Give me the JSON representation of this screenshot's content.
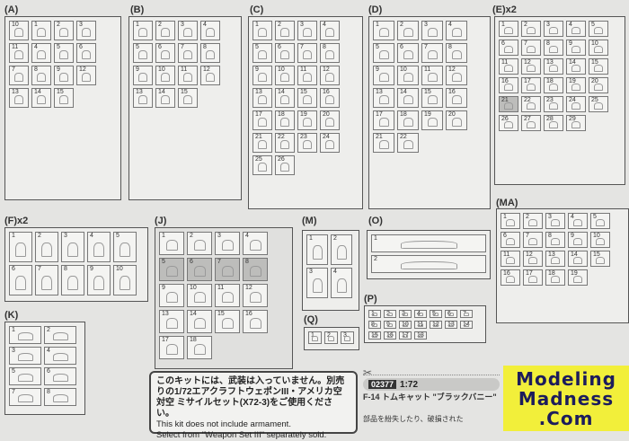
{
  "sprues": [
    {
      "id": "A",
      "label": "(A)",
      "parts": [
        "10",
        "1",
        "2",
        "3",
        "11",
        "4",
        "5",
        "6",
        "7",
        "8",
        "9",
        "12",
        "13",
        "14",
        "15"
      ]
    },
    {
      "id": "B",
      "label": "(B)",
      "parts": [
        "1",
        "2",
        "3",
        "4",
        "5",
        "6",
        "7",
        "8",
        "9",
        "10",
        "11",
        "12",
        "13",
        "14",
        "15"
      ]
    },
    {
      "id": "C",
      "label": "(C)",
      "parts": [
        "1",
        "2",
        "3",
        "4",
        "5",
        "6",
        "7",
        "8",
        "9",
        "10",
        "11",
        "12",
        "13",
        "14",
        "15",
        "16",
        "17",
        "18",
        "19",
        "20",
        "21",
        "22",
        "23",
        "24",
        "25",
        "26"
      ]
    },
    {
      "id": "D",
      "label": "(D)",
      "parts": [
        "1",
        "2",
        "3",
        "4",
        "5",
        "6",
        "7",
        "8",
        "9",
        "10",
        "11",
        "12",
        "13",
        "14",
        "15",
        "16",
        "17",
        "18",
        "19",
        "20",
        "21",
        "22"
      ]
    },
    {
      "id": "E",
      "label": "(E)x2",
      "parts": [
        "1",
        "2",
        "3",
        "4",
        "5",
        "6",
        "7",
        "8",
        "9",
        "10",
        "11",
        "12",
        "13",
        "14",
        "15",
        "16",
        "17",
        "18",
        "19",
        "20",
        "21",
        "22",
        "23",
        "24",
        "25",
        "26",
        "27",
        "28",
        "29"
      ]
    },
    {
      "id": "F",
      "label": "(F)x2",
      "parts": [
        "1",
        "2",
        "3",
        "4",
        "5",
        "6",
        "7",
        "8",
        "9",
        "10"
      ]
    },
    {
      "id": "J",
      "label": "(J)",
      "parts": [
        "1",
        "2",
        "3",
        "4",
        "5",
        "6",
        "7",
        "8",
        "9",
        "10",
        "11",
        "12",
        "13",
        "14",
        "15",
        "16",
        "17",
        "18"
      ]
    },
    {
      "id": "M",
      "label": "(M)",
      "parts": [
        "1",
        "2",
        "3",
        "4"
      ]
    },
    {
      "id": "O",
      "label": "(O)",
      "parts": [
        "1",
        "2"
      ]
    },
    {
      "id": "MA",
      "label": "(MA)",
      "parts": [
        "1",
        "2",
        "3",
        "4",
        "5",
        "6",
        "7",
        "8",
        "9",
        "10",
        "11",
        "12",
        "13",
        "14",
        "15",
        "16",
        "17",
        "18",
        "19"
      ]
    },
    {
      "id": "K",
      "label": "(K)",
      "parts": [
        "1",
        "2",
        "3",
        "4",
        "5",
        "6",
        "7",
        "8"
      ]
    },
    {
      "id": "P",
      "label": "(P)",
      "parts": [
        "1",
        "2",
        "3",
        "4",
        "5",
        "6",
        "7",
        "8",
        "9",
        "10",
        "11",
        "12",
        "13",
        "14",
        "15",
        "16",
        "17",
        "18"
      ]
    },
    {
      "id": "Q",
      "label": "(Q)",
      "parts": [
        "1",
        "2",
        "3"
      ]
    }
  ],
  "note": {
    "jp": "このキットには、武装は入っていません。別売りの1/72エアクラフトウェポンIII・アメリカ空対空 ミサイルセット(X72-3)をご使用ください。",
    "en1": "This kit does not include armament.",
    "en2": "Select from \"Weapon Set III\" separately sold."
  },
  "order_card": {
    "scissors_icon": "scissors-icon",
    "product_number": "02377",
    "scale": "1:72",
    "name": "F-14 トムキャット \"ブラックバニー\"",
    "text": "部品を紛失したり、破損された"
  },
  "logo": {
    "line1": "Modeling",
    "line2": "Madness",
    "line3": ".Com"
  }
}
